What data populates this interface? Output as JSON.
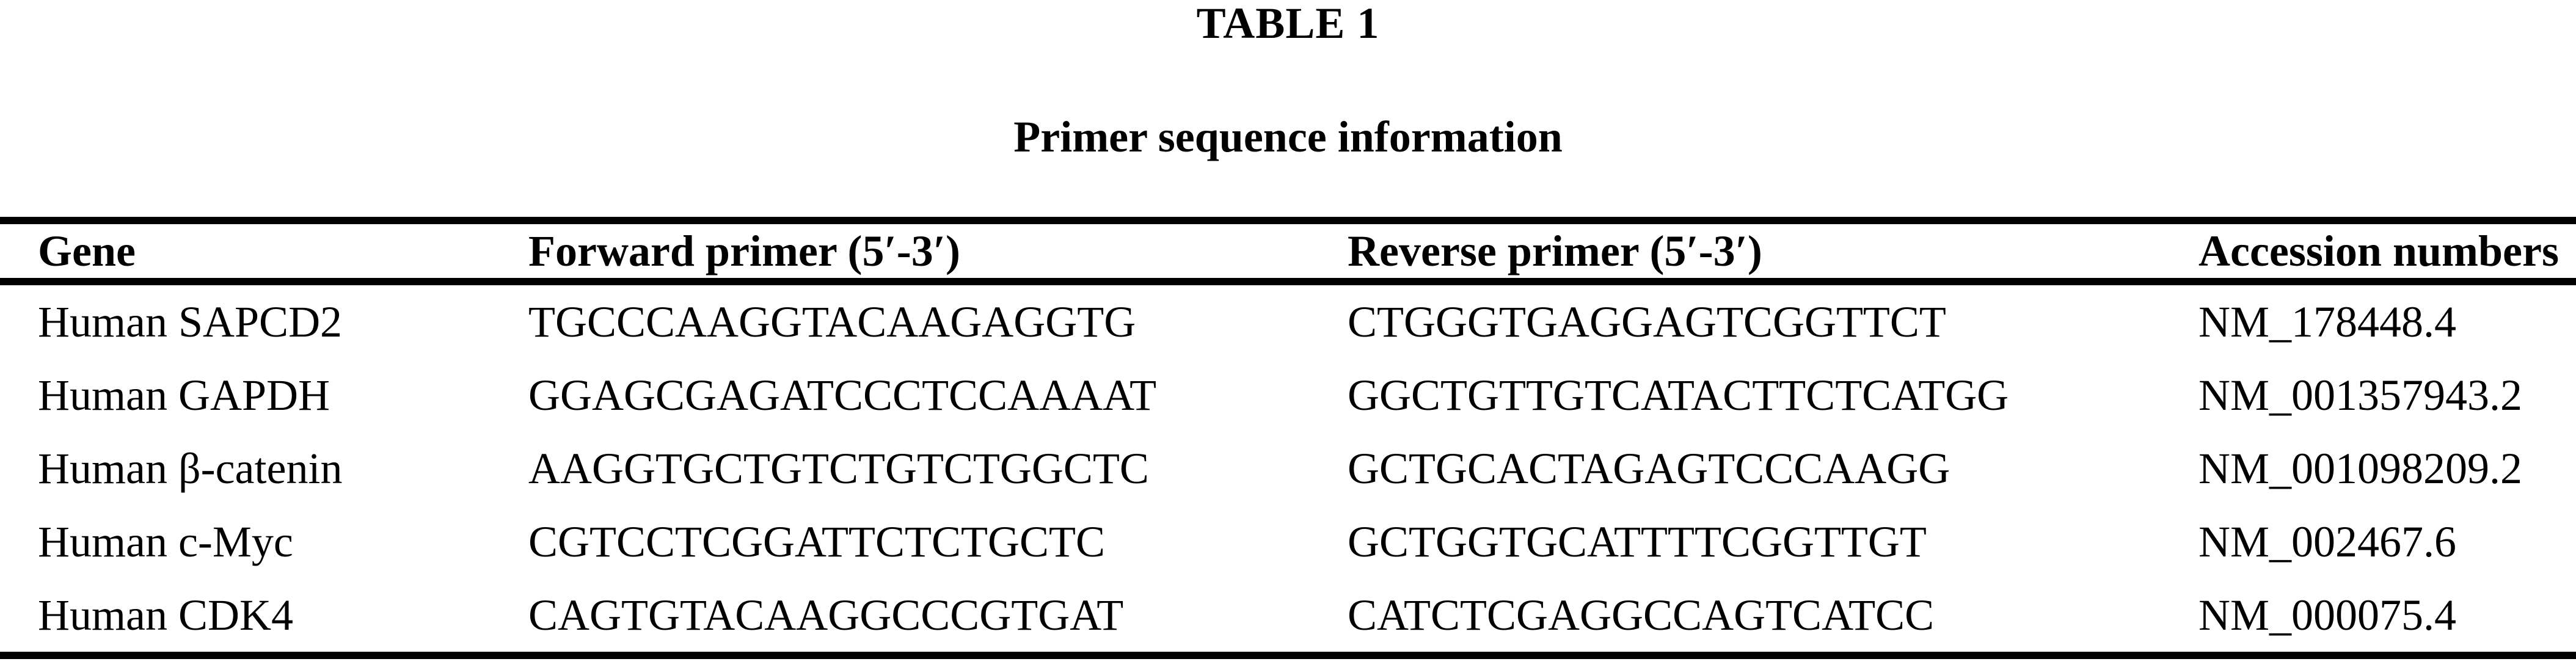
{
  "page": {
    "table_label": "TABLE 1",
    "table_caption": "Primer sequence information"
  },
  "table": {
    "columns": [
      "Gene",
      "Forward primer (5′-3′)",
      "Reverse primer (5′-3′)",
      "Accession numbers"
    ],
    "rows": [
      {
        "gene": "Human SAPCD2",
        "forward": "TGCCCAAGGTACAAGAGGTG",
        "reverse": "CTGGGTGAGGAGTCGGTTCT",
        "accession": "NM_178448.4"
      },
      {
        "gene": "Human GAPDH",
        "forward": "GGAGCGAGATCCCTCCAAAAT",
        "reverse": "GGCTGTTGTCATACTTCTCATGG",
        "accession": "NM_001357943.2"
      },
      {
        "gene": "Human β-catenin",
        "forward": "AAGGTGCTGTCTGTCTGGCTC",
        "reverse": "GCTGCACTAGAGTCCCAAGG",
        "accession": "NM_001098209.2"
      },
      {
        "gene": "Human c-Myc",
        "forward": "CGTCCTCGGATTCTCTGCTC",
        "reverse": "GCTGGTGCATTTTCGGTTGT",
        "accession": "NM_002467.6"
      },
      {
        "gene": "Human CDK4",
        "forward": "CAGTGTACAAGGCCCGTGAT",
        "reverse": "CATCTCGAGGCCAGTCATCC",
        "accession": "NM_000075.4"
      }
    ],
    "colors": {
      "text": "#000000",
      "background": "#ffffff",
      "rule": "#000000"
    }
  }
}
